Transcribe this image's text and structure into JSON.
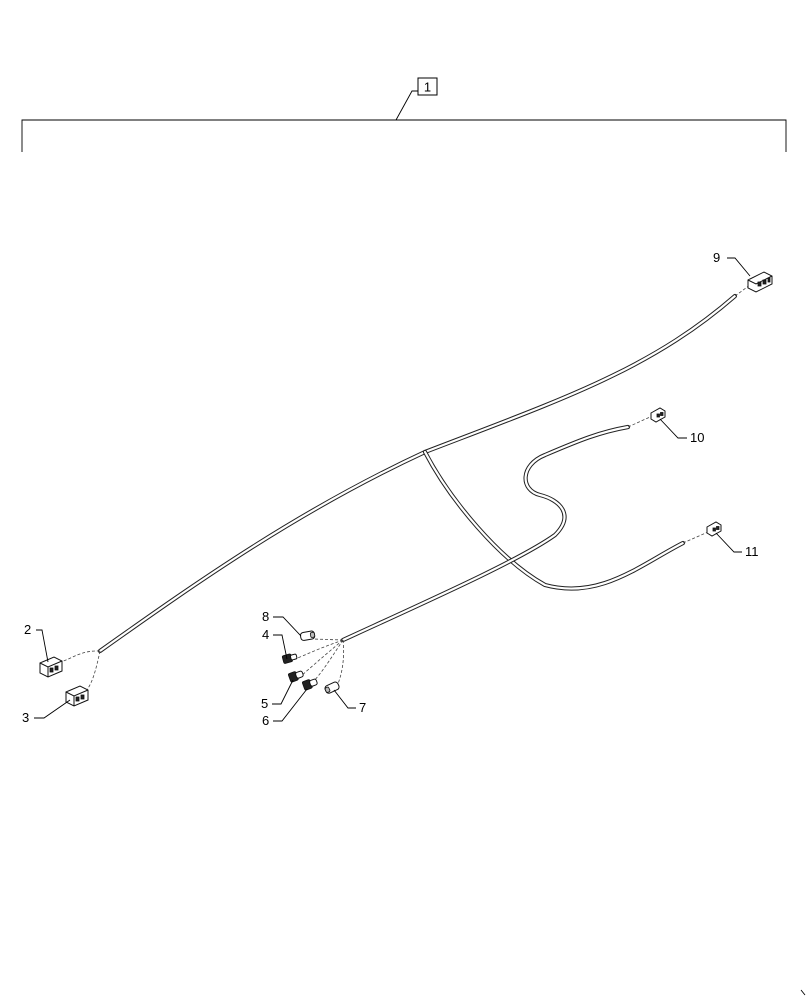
{
  "assembly": {
    "box_label": "1"
  },
  "callouts": {
    "c2": "2",
    "c3": "3",
    "c4": "4",
    "c5": "5",
    "c6": "6",
    "c7": "7",
    "c8": "8",
    "c9": "9",
    "c10": "10",
    "c11": "11"
  },
  "icons": {
    "connector_2": "rectangular-connector-icon",
    "connector_3": "rectangular-connector-icon",
    "terminal_4": "terminal-icon",
    "terminal_5": "terminal-icon",
    "terminal_6": "terminal-icon",
    "terminal_7": "terminal-icon",
    "terminal_8": "terminal-icon",
    "connector_9": "rectangular-connector-icon",
    "connector_10": "small-connector-icon",
    "connector_11": "small-connector-icon"
  }
}
